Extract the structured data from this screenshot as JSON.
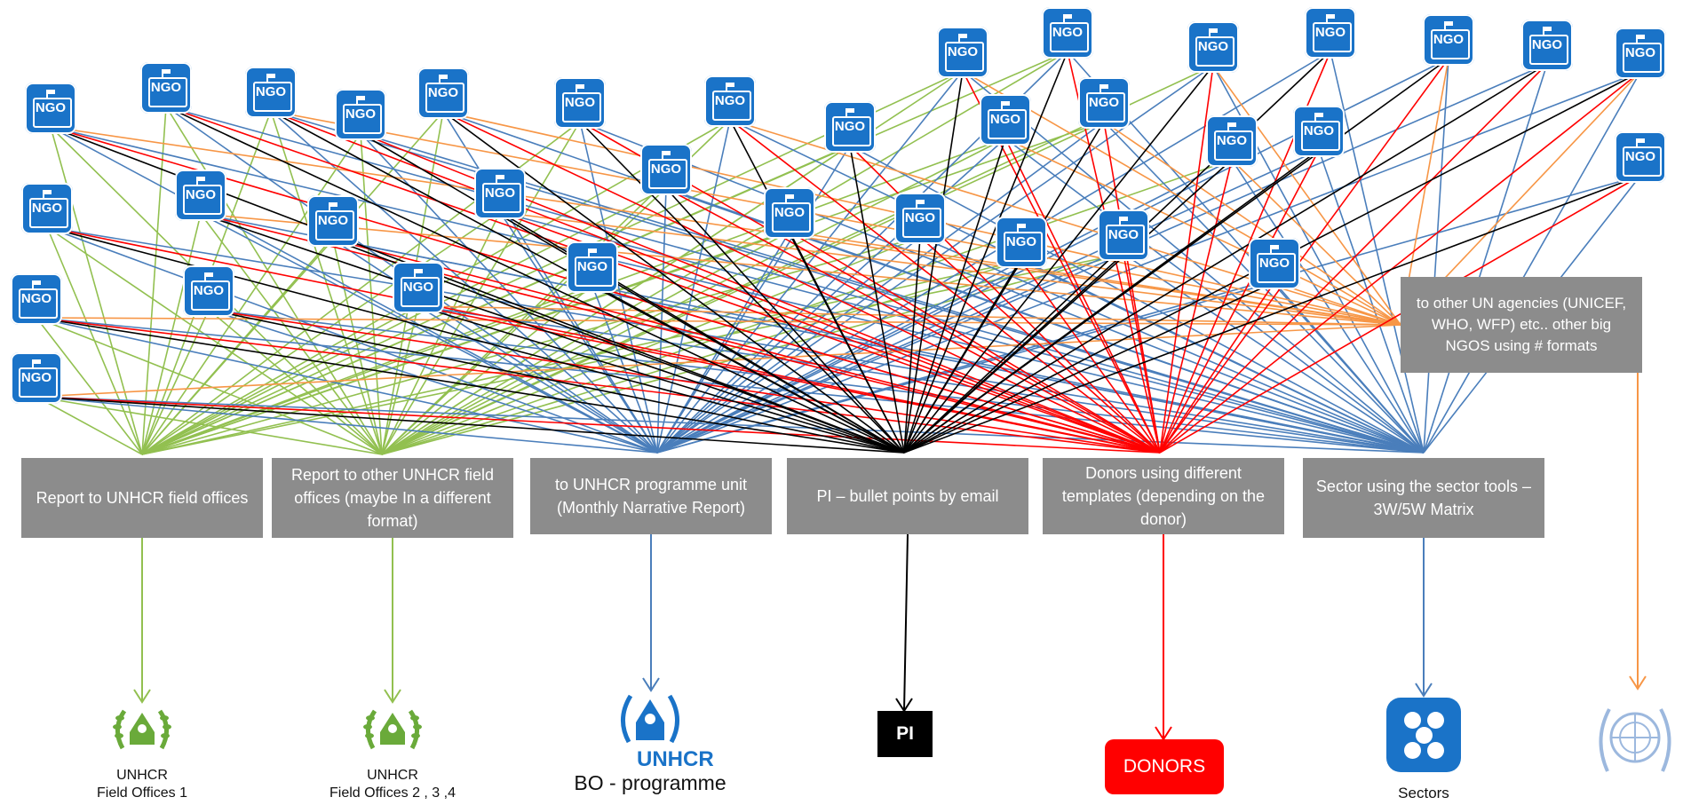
{
  "colors": {
    "green": "#92c050",
    "blue": "#4a7ebb",
    "black": "#000000",
    "red": "#ff0000",
    "orange": "#f79646",
    "box_grey": "#8c8c8c",
    "ngo_blue": "#1a73c8"
  },
  "ngo_icon": {
    "icon": "ngo-building-flag-icon",
    "label": "NGO"
  },
  "report_boxes": [
    {
      "id": "unhcr-field",
      "text": "Report to UNHCR field offices",
      "color": "green"
    },
    {
      "id": "other-field",
      "text": "Report to other UNHCR field offices (maybe In a different format)",
      "color": "green"
    },
    {
      "id": "programme",
      "text": "to UNHCR programme unit (Monthly Narrative Report)",
      "color": "blue"
    },
    {
      "id": "pi",
      "text": "PI – bullet points by email",
      "color": "black"
    },
    {
      "id": "donors",
      "text": "Donors using different templates (depending on the donor)",
      "color": "red"
    },
    {
      "id": "sector",
      "text": "Sector using the sector tools – 3W/5W Matrix",
      "color": "blue"
    },
    {
      "id": "other-un",
      "text": "to  other UN agencies (UNICEF, WHO, WFP) etc.. other  big NGOS  using # formats",
      "color": "orange"
    }
  ],
  "destinations": {
    "field1_caption": "UNHCR\nField Offices 1",
    "field234_caption": "UNHCR\nField Offices 2 , 3 ,4",
    "unhcr_logo_text": "UNHCR",
    "bo_caption": "BO - programme",
    "pi_label": "PI",
    "donors_label": "DONORS",
    "sectors_caption": "Sectors",
    "un_logo": "un-emblem-icon",
    "unhcr_emblem": "unhcr-emblem-icon",
    "sectors_icon": "sectors-dots-icon"
  }
}
